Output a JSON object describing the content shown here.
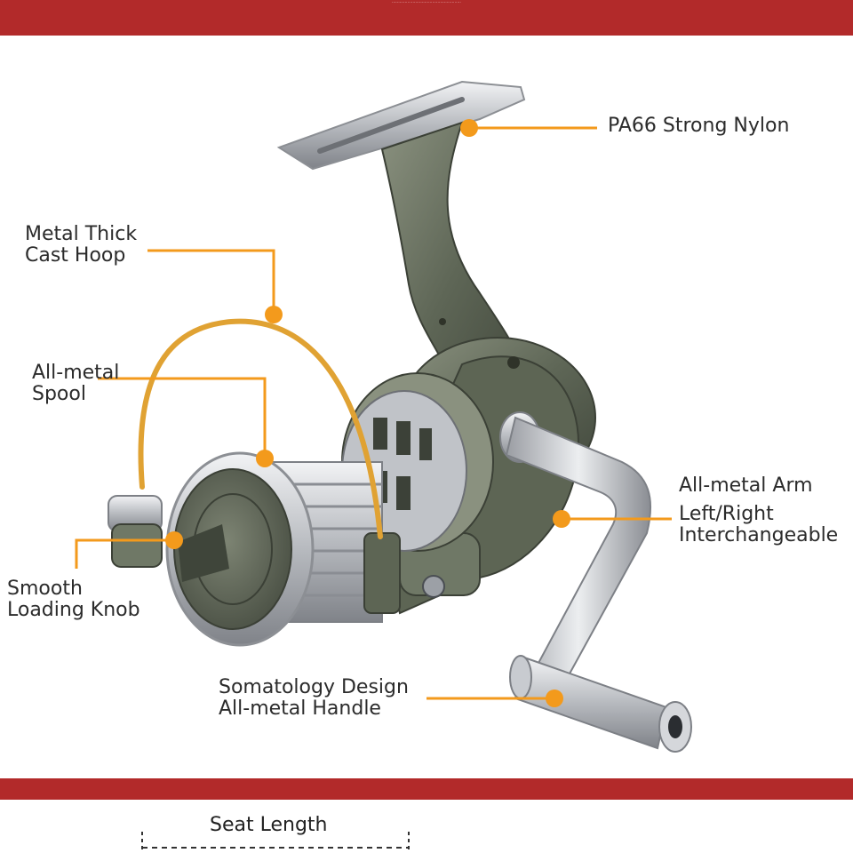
{
  "header": {
    "fine_print": "·····················································"
  },
  "callouts": {
    "nylon": {
      "line1": "PA66 Strong Nylon"
    },
    "hoop": {
      "line1": "Metal Thick",
      "line2": "Cast Hoop"
    },
    "spool": {
      "line1": "All-metal",
      "line2": "Spool"
    },
    "knob": {
      "line1": "Smooth",
      "line2": "Loading Knob"
    },
    "arm": {
      "line1": "All-metal Arm",
      "line2": "Left/Right",
      "line3": "Interchangeable"
    },
    "handle": {
      "line1": "Somatology Design",
      "line2": "All-metal Handle"
    }
  },
  "footer": {
    "seat_length": "Seat Length"
  },
  "colors": {
    "band": "#b22a2a",
    "callout": "#f39a1c",
    "bail": "#e0a233",
    "reel_body": "#6c7362",
    "metal": "#c9cbd0"
  },
  "icons": [
    "fishing-reel-illustration"
  ]
}
